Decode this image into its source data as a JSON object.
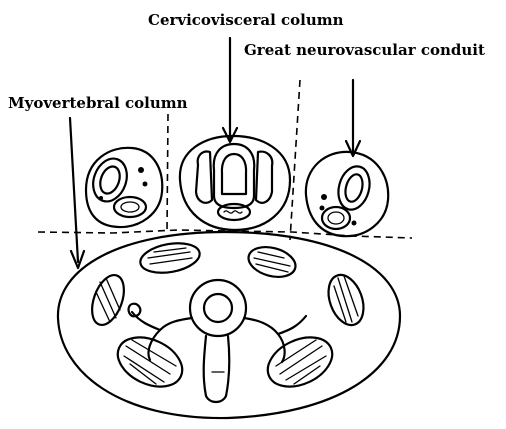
{
  "labels": {
    "cervicovisceral": "Cervicovisceral column",
    "neurovascular": "Great neurovascular conduit",
    "myovertebral": "Myovertebral column"
  }
}
